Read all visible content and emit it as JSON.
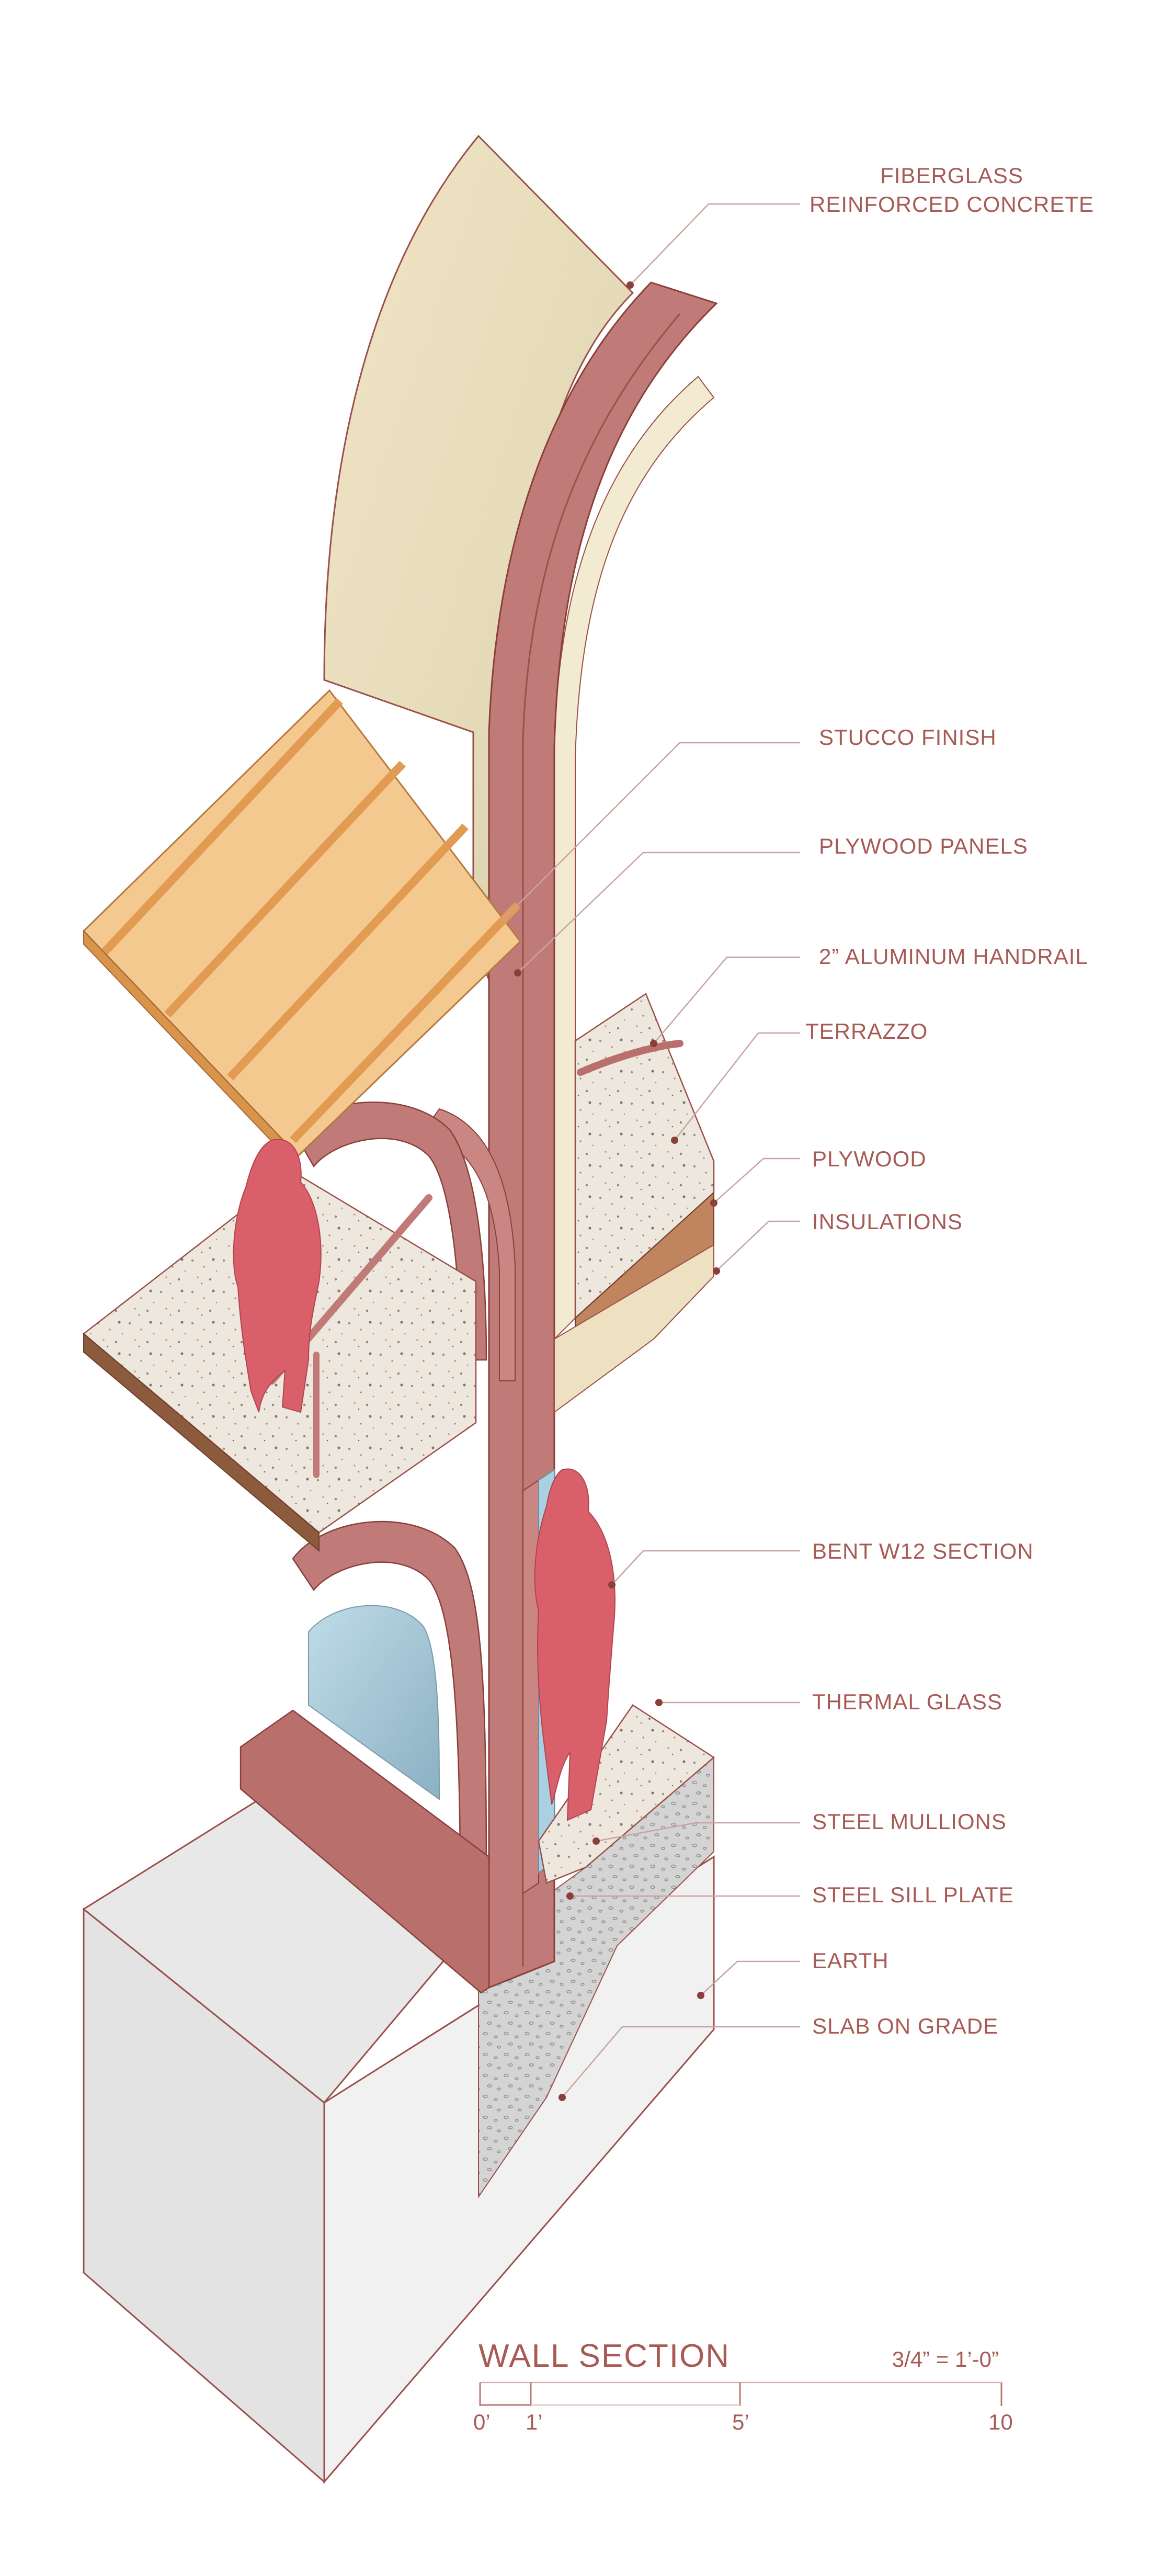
{
  "labels": [
    {
      "id": "fiberglass",
      "lines": [
        "FIBERGLASS",
        "REINFORCED CONCRETE"
      ],
      "color": "#a85a55"
    },
    {
      "id": "stucco",
      "lines": [
        "STUCCO FINISH"
      ]
    },
    {
      "id": "plywood-panels",
      "lines": [
        "PLYWOOD PANELS"
      ]
    },
    {
      "id": "handrail",
      "lines": [
        "2” ALUMINUM HANDRAIL"
      ]
    },
    {
      "id": "terrazzo",
      "lines": [
        "TERRAZZO"
      ]
    },
    {
      "id": "plywood",
      "lines": [
        "PLYWOOD"
      ]
    },
    {
      "id": "insulations",
      "lines": [
        "INSULATIONS"
      ]
    },
    {
      "id": "bent-w12",
      "lines": [
        "BENT W12 SECTION"
      ]
    },
    {
      "id": "thermal-glass",
      "lines": [
        "THERMAL GLASS"
      ]
    },
    {
      "id": "steel-mullions",
      "lines": [
        "STEEL MULLIONS"
      ]
    },
    {
      "id": "steel-sill",
      "lines": [
        "STEEL SILL PLATE"
      ]
    },
    {
      "id": "earth",
      "lines": [
        "EARTH"
      ]
    },
    {
      "id": "slab",
      "lines": [
        "SLAB ON GRADE"
      ]
    }
  ],
  "title": "WALL SECTION",
  "scale_note": "3/4” = 1’-0”",
  "scale_ticks": [
    "0’",
    "1’",
    "5’",
    "10"
  ],
  "colors": {
    "label": "#a85a55",
    "steel": "#c27f7d",
    "concrete_shell": "#ede2c2",
    "plywood_panel": "#f3c990",
    "terrazzo": "#ece6dc",
    "glass": "#9cc4d6",
    "figure": "#d9606a",
    "earth_block": "#ececec"
  }
}
